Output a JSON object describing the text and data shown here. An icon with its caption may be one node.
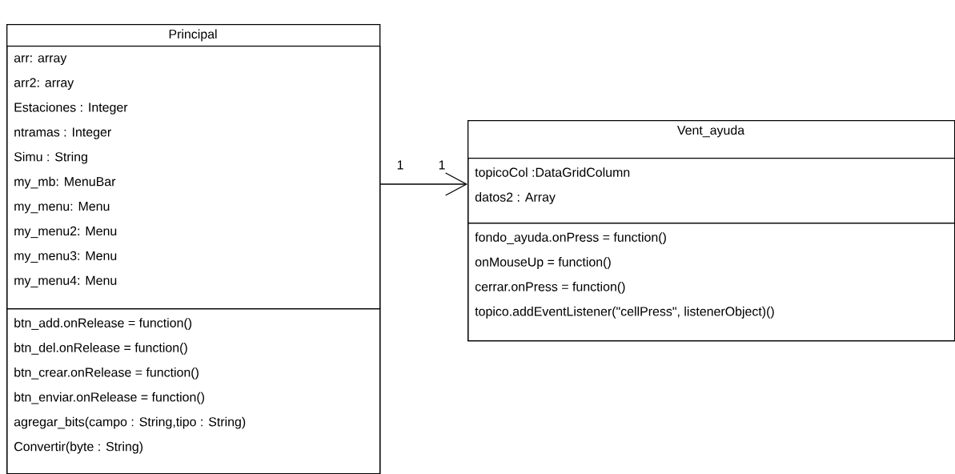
{
  "diagram": {
    "nodes": [
      {
        "text": [
          "Principal"
        ]
      },
      {
        "text": [
          "arr: array",
          "arr2: array",
          "Estaciones : Integer",
          "ntramas : Integer",
          "Simu : String",
          "my_mb: MenuBar",
          "my_menu: Menu",
          "my_menu2: Menu",
          "my_menu3: Menu",
          "my_menu4: Menu"
        ],
        "in": 0
      },
      {
        "text": [
          "btn_add.onRelease = function()",
          "btn_del.onRelease = function()",
          "btn_crear.onRelease = function()",
          "btn_enviar.onRelease = function()",
          "agregar_bits(campo : String,tipo : String)",
          "Convertir(byte : String)"
        ],
        "in": 0
      },
      {
        "text": [
          "Vent_ayuda"
        ]
      },
      {
        "text": [
          "topicoCol :DataGridColumn",
          "datos2 : Array"
        ],
        "in": 3
      },
      {
        "text": [
          "fondo_ayuda.onPress = function()",
          "onMouseUp = function()",
          "cerrar.onPress = function()",
          "topico.addEventListener(\"cellPress\", listenerObject)()"
        ],
        "in": 3
      }
    ],
    "edges": [
      {
        "from": 0,
        "to": 3,
        "arrow": "to"
      }
    ],
    "labels": [
      "1",
      "1"
    ]
  }
}
